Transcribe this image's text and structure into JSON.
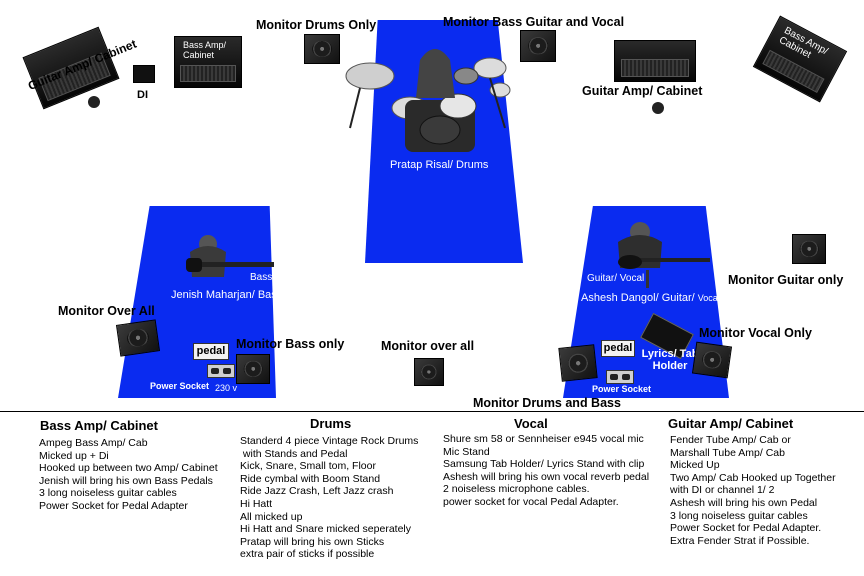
{
  "stage": {
    "top_labels": {
      "monitor_drums_only": "Monitor Drums Only",
      "monitor_bass_guitar_vocal": "Monitor Bass Guitar and Vocal",
      "guitar_amp_cab_left": "Guitar Amp/ Cabinet",
      "guitar_amp_cab_right": "Guitar Amp/ Cabinet",
      "bass_amp_cab_label": "Bass Amp/ Cabinet",
      "bass_amp_cab_tilted": "Bass Amp/ Cabinet",
      "di": "DI"
    },
    "drummer": "Pratap Risal/ Drums",
    "bassist": "Jenish Maharjan/ Bass",
    "bass_instrument": "Bass",
    "guitarist": "Ashesh Dangol/ Guitar/",
    "guitarist_role_suffix": "Vocal",
    "guitar_vocal_label": "Guitar/ Vocal",
    "monitor_over_all_left": "Monitor Over All",
    "monitor_bass_only": "Monitor Bass only",
    "monitor_over_all_center": "Monitor over all",
    "monitor_guitar_only": "Monitor Guitar only",
    "monitor_vocal_only": "Monitor Vocal Only",
    "monitor_drums_and_bass": "Monitor Drums and Bass",
    "lyrics_tab_holder": "Lyrics/ Tab Holder",
    "pedal_left": "pedal",
    "pedal_right": "pedal",
    "power_socket_left": "Power Socket",
    "power_socket_voltage": "230 v",
    "power_socket_right": "Power Socket",
    "colors": {
      "stage_blue": "#0a2bf0",
      "equipment": "#111111"
    }
  },
  "sections": {
    "bass": {
      "title": "Bass Amp/ Cabinet",
      "items": [
        "Ampeg Bass Amp/ Cab",
        "Micked up + Di",
        "Hooked up between two Amp/ Cabinet",
        "Jenish will bring his own Bass Pedals",
        "3 long noiseless guitar cables",
        "Power Socket for Pedal Adapter"
      ]
    },
    "drums": {
      "title": "Drums",
      "items": [
        "Standerd 4 piece Vintage Rock Drums",
        " with Stands and Pedal",
        "Kick, Snare, Small tom, Floor",
        "Ride cymbal with Boom Stand",
        "Ride Jazz Crash, Left Jazz crash",
        "Hi Hatt",
        "All micked up",
        "Hi Hatt and Snare micked seperately",
        "Pratap will bring his own Sticks",
        "extra pair of sticks if possible"
      ]
    },
    "vocal": {
      "title": "Vocal",
      "items": [
        "Shure sm 58 or Sennheiser e945 vocal mic",
        "Mic Stand",
        "Samsung Tab Holder/ Lyrics Stand with clip",
        "Ashesh will bring his own vocal reverb pedal",
        "2 noiseless microphone cables.",
        "power socket for vocal Pedal Adapter."
      ]
    },
    "guitar": {
      "title": "Guitar Amp/ Cabinet",
      "items": [
        "Fender Tube Amp/ Cab or",
        "Marshall Tube Amp/ Cab",
        "Micked Up",
        "Two Amp/ Cab Hooked up Together",
        "with DI or channel 1/ 2",
        "Ashesh will bring his own Pedal",
        "3 long noiseless guitar cables",
        "Power Socket for Pedal Adapter.",
        "Extra Fender Strat if Possible."
      ]
    }
  }
}
